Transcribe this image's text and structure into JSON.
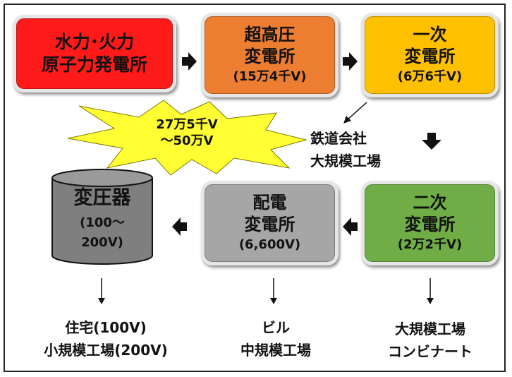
{
  "colors": {
    "power_plant": "#ff1a1a",
    "ultra_high": "#ed7d31",
    "primary": "#ffc000",
    "secondary": "#70ad47",
    "distribution": "#a6a6a6",
    "transformer": "#7f7f7f",
    "burst": "#ffff33"
  },
  "power_plant": {
    "line1": "水力･火力",
    "line2": "原子力発電所"
  },
  "ultra_high": {
    "line1": "超高圧",
    "line2": "変電所",
    "line3": "(15万4千V)"
  },
  "primary": {
    "line1": "一次",
    "line2": "変電所",
    "line3": "(6万6千V)"
  },
  "burst": {
    "line1": "27万5千V",
    "line2": "～50万V"
  },
  "railway": {
    "line1": "鉄道会社",
    "line2": "大規模工場"
  },
  "secondary": {
    "line1": "二次",
    "line2": "変電所",
    "line3": "(2万2千V)"
  },
  "distribution": {
    "line1": "配電",
    "line2": "変電所",
    "line3": "(6,600V)"
  },
  "transformer": {
    "line1": "変圧器",
    "line2": "(100～",
    "line3": "200V)"
  },
  "home": {
    "line1": "住宅(100V)",
    "line2": "小規模工場(200V)"
  },
  "building": {
    "line1": "ビル",
    "line2": "中規模工場"
  },
  "large_factory": {
    "line1": "大規模工場",
    "line2": "コンビナート"
  }
}
